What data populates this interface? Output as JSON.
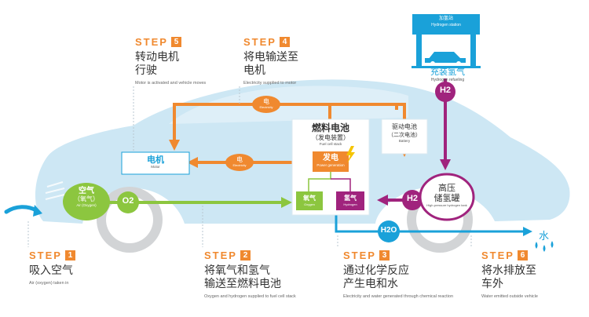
{
  "steps": [
    {
      "word": "STEP",
      "num": "1",
      "cn": "吸入空气",
      "en": "Air (oxygen) taken in"
    },
    {
      "word": "STEP",
      "num": "2",
      "cn": "将氧气和氢气\n输送至燃料电池",
      "en": "Oxygen and hydrogen supplied to fuel cell stack"
    },
    {
      "word": "STEP",
      "num": "3",
      "cn": "通过化学反应\n产生电和水",
      "en": "Electricity and water generated through chemical reaction"
    },
    {
      "word": "STEP",
      "num": "4",
      "cn": "将电输送至\n电机",
      "en": "Electricity supplied to motor"
    },
    {
      "word": "STEP",
      "num": "5",
      "cn": "转动电机\n行驶",
      "en": "Motor is activated and vehicle moves"
    },
    {
      "word": "STEP",
      "num": "6",
      "cn": "将水排放至\n车外",
      "en": "Water emitted outside vehicle"
    }
  ],
  "station": {
    "cn": "加氢站",
    "en": "Hydrogen station",
    "refuel_cn": "充装氢气",
    "refuel_en": "Hydrogen refueling"
  },
  "h2_label": "H2",
  "o2_label": "O2",
  "h2o_label": "H2O",
  "water_cn": "水",
  "air": {
    "cn": "空气",
    "sub": "（氧气）",
    "en": "Air (Oxygen)"
  },
  "fuel_cell": {
    "title": "燃料电池",
    "sub": "（发电装置）",
    "en": "Fuel cell stack"
  },
  "generation": {
    "cn": "发电",
    "en": "Power generation"
  },
  "oxygen": {
    "cn": "氧气",
    "en": "Oxygen"
  },
  "hydrogen": {
    "cn": "氢气",
    "en": "Hydrogen"
  },
  "battery": {
    "cn": "驱动电池",
    "sub": "（二次电池）",
    "en": "Battery"
  },
  "motor": {
    "cn": "电机",
    "en": "Motor"
  },
  "electricity": {
    "cn": "电",
    "en": "Electricity"
  },
  "tank": {
    "cn1": "高压",
    "cn2": "储氢罐",
    "en": "High-pressure hydrogen tank"
  },
  "colors": {
    "orange": "#f0892f",
    "green": "#8cc63f",
    "blue": "#1aa1d9",
    "magenta": "#a0237d",
    "car": "#cde7f4"
  }
}
